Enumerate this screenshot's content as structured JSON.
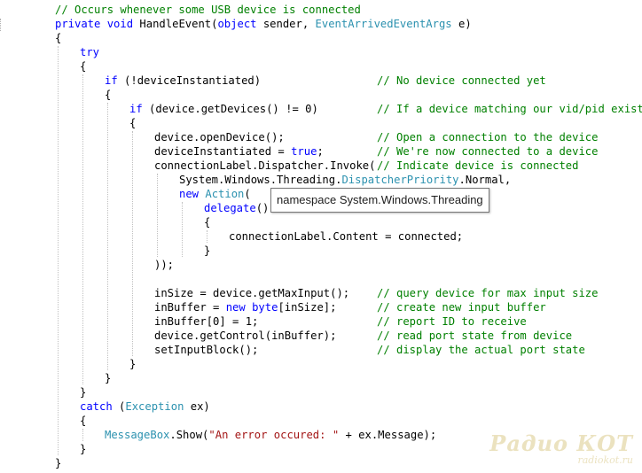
{
  "editor": {
    "lines": [
      {
        "indent": 0,
        "tokens": [
          {
            "t": "// Occurs whenever some USB device is connected",
            "c": "cm"
          }
        ]
      },
      {
        "indent": 0,
        "tokens": [
          {
            "t": "private",
            "c": "kw"
          },
          {
            "t": " "
          },
          {
            "t": "void",
            "c": "kw"
          },
          {
            "t": " HandleEvent("
          },
          {
            "t": "object",
            "c": "kw"
          },
          {
            "t": " sender, "
          },
          {
            "t": "EventArrivedEventArgs",
            "c": "ty"
          },
          {
            "t": " e)"
          }
        ]
      },
      {
        "indent": 0,
        "tokens": [
          {
            "t": "{"
          }
        ]
      },
      {
        "indent": 1,
        "tokens": [
          {
            "t": "try",
            "c": "kw"
          }
        ]
      },
      {
        "indent": 1,
        "tokens": [
          {
            "t": "{"
          }
        ]
      },
      {
        "indent": 2,
        "tokens": [
          {
            "t": "if",
            "c": "kw"
          },
          {
            "t": " (!deviceInstantiated)"
          }
        ],
        "comment": "// No device connected yet"
      },
      {
        "indent": 2,
        "tokens": [
          {
            "t": "{"
          }
        ]
      },
      {
        "indent": 3,
        "tokens": [
          {
            "t": "if",
            "c": "kw"
          },
          {
            "t": " (device.getDevices() != 0)"
          }
        ],
        "comment": "// If a device matching our vid/pid exists"
      },
      {
        "indent": 3,
        "tokens": [
          {
            "t": "{"
          }
        ]
      },
      {
        "indent": 4,
        "tokens": [
          {
            "t": "device.openDevice();"
          }
        ],
        "comment": "// Open a connection to the device"
      },
      {
        "indent": 4,
        "tokens": [
          {
            "t": "deviceInstantiated = "
          },
          {
            "t": "true",
            "c": "kw"
          },
          {
            "t": ";"
          }
        ],
        "comment": "// We're now connected to a device"
      },
      {
        "indent": 4,
        "tokens": [
          {
            "t": "connectionLabel.Dispatcher.Invoke("
          }
        ],
        "comment": "// Indicate device is connected"
      },
      {
        "indent": 5,
        "tokens": [
          {
            "t": "System.Windows.Threading."
          },
          {
            "t": "DispatcherPriority",
            "c": "ty"
          },
          {
            "t": ".Normal,"
          }
        ]
      },
      {
        "indent": 5,
        "tokens": [
          {
            "t": "new",
            "c": "kw"
          },
          {
            "t": " "
          },
          {
            "t": "Action",
            "c": "ty"
          },
          {
            "t": "("
          }
        ]
      },
      {
        "indent": 6,
        "tokens": [
          {
            "t": "delegate",
            "c": "kw"
          },
          {
            "t": "()"
          }
        ]
      },
      {
        "indent": 6,
        "tokens": [
          {
            "t": "{"
          }
        ]
      },
      {
        "indent": 7,
        "tokens": [
          {
            "t": "connectionLabel.Content = connected;"
          }
        ]
      },
      {
        "indent": 6,
        "tokens": [
          {
            "t": "}"
          }
        ]
      },
      {
        "indent": 4,
        "tokens": [
          {
            "t": "));"
          }
        ]
      },
      {
        "indent": 0,
        "tokens": []
      },
      {
        "indent": 4,
        "tokens": [
          {
            "t": "inSize = device.getMaxInput();"
          }
        ],
        "comment": "// query device for max input size"
      },
      {
        "indent": 4,
        "tokens": [
          {
            "t": "inBuffer = "
          },
          {
            "t": "new",
            "c": "kw"
          },
          {
            "t": " "
          },
          {
            "t": "byte",
            "c": "kw"
          },
          {
            "t": "[inSize];"
          }
        ],
        "comment": "// create new input buffer"
      },
      {
        "indent": 4,
        "tokens": [
          {
            "t": "inBuffer[0] = 1;"
          }
        ],
        "comment": "// report ID to receive"
      },
      {
        "indent": 4,
        "tokens": [
          {
            "t": "device.getControl(inBuffer);"
          }
        ],
        "comment": "// read port state from device"
      },
      {
        "indent": 4,
        "tokens": [
          {
            "t": "setInputBlock();"
          }
        ],
        "comment": "// display the actual port state"
      },
      {
        "indent": 3,
        "tokens": [
          {
            "t": "}"
          }
        ]
      },
      {
        "indent": 2,
        "tokens": [
          {
            "t": "}"
          }
        ]
      },
      {
        "indent": 1,
        "tokens": [
          {
            "t": "}"
          }
        ]
      },
      {
        "indent": 1,
        "tokens": [
          {
            "t": "catch",
            "c": "kw"
          },
          {
            "t": " ("
          },
          {
            "t": "Exception",
            "c": "ty"
          },
          {
            "t": " ex)"
          }
        ]
      },
      {
        "indent": 1,
        "tokens": [
          {
            "t": "{"
          }
        ]
      },
      {
        "indent": 2,
        "tokens": [
          {
            "t": "MessageBox",
            "c": "ty"
          },
          {
            "t": ".Show("
          },
          {
            "t": "\"An error occured: \"",
            "c": "st"
          },
          {
            "t": " + ex.Message);"
          }
        ]
      },
      {
        "indent": 1,
        "tokens": [
          {
            "t": "}"
          }
        ]
      },
      {
        "indent": 0,
        "tokens": [
          {
            "t": "}"
          }
        ]
      }
    ]
  },
  "tooltip": {
    "text": "namespace System.Windows.Threading"
  },
  "watermark": {
    "title": "Радио КОТ",
    "site": "radiokot.ru"
  },
  "colors": {
    "keyword": "#0000ff",
    "type": "#2b91af",
    "comment": "#008000",
    "string": "#a31515",
    "text": "#000000"
  }
}
